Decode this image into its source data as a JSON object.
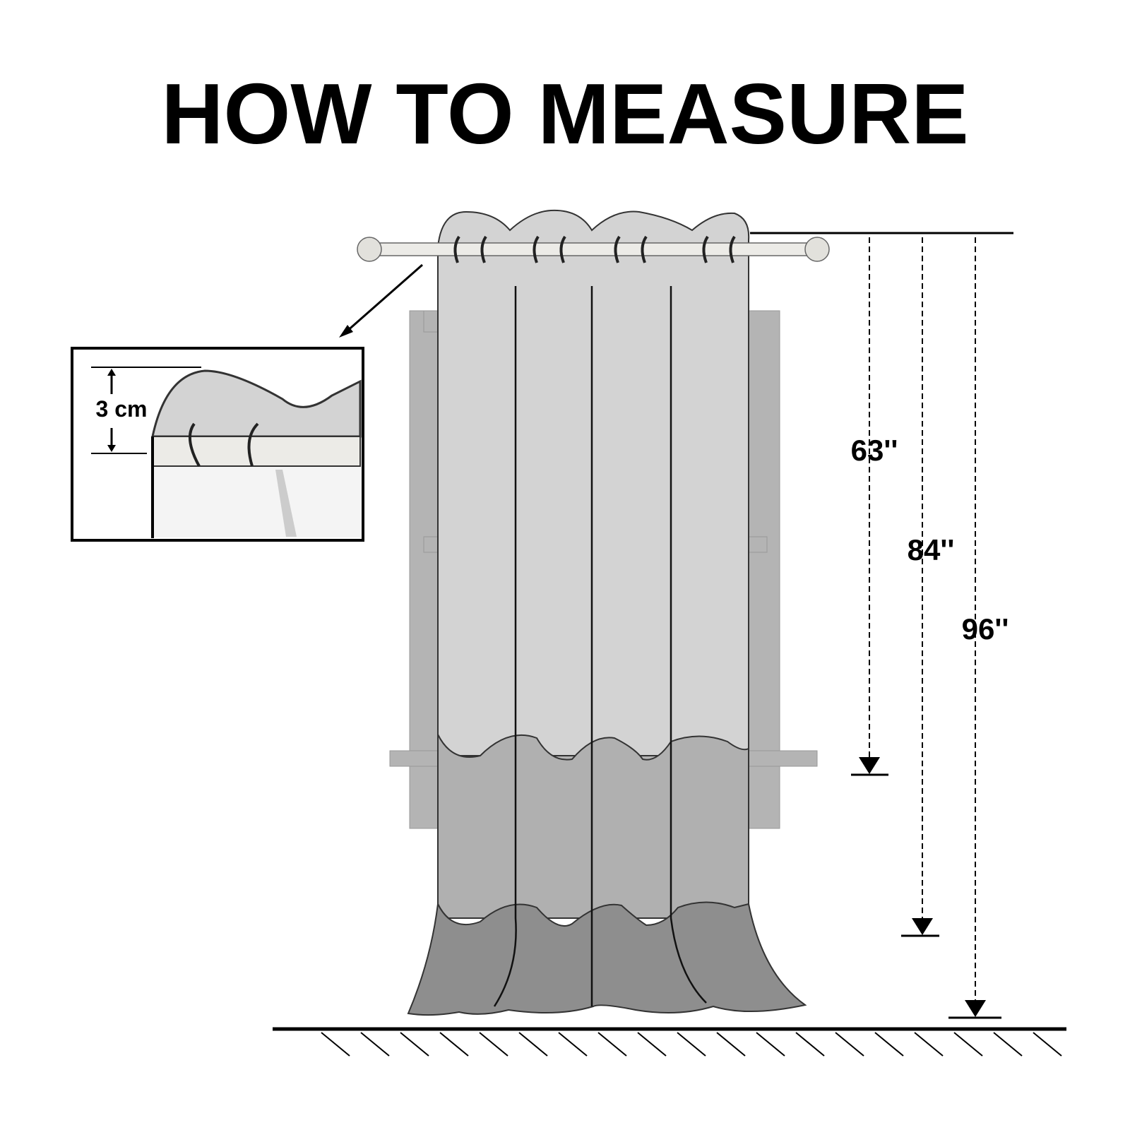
{
  "title": "HOW TO MEASURE",
  "inset": {
    "label": "3 cm"
  },
  "dimensions": [
    {
      "label": "63''",
      "value_in": 63
    },
    {
      "label": "84''",
      "value_in": 84
    },
    {
      "label": "96''",
      "value_in": 96
    }
  ],
  "colors": {
    "curtain_top": "#d3d3d3",
    "curtain_mid": "#b0b0b0",
    "curtain_bottom": "#8e8e8e",
    "frame": "#b4b4b4",
    "rod": "#ecebe7"
  }
}
